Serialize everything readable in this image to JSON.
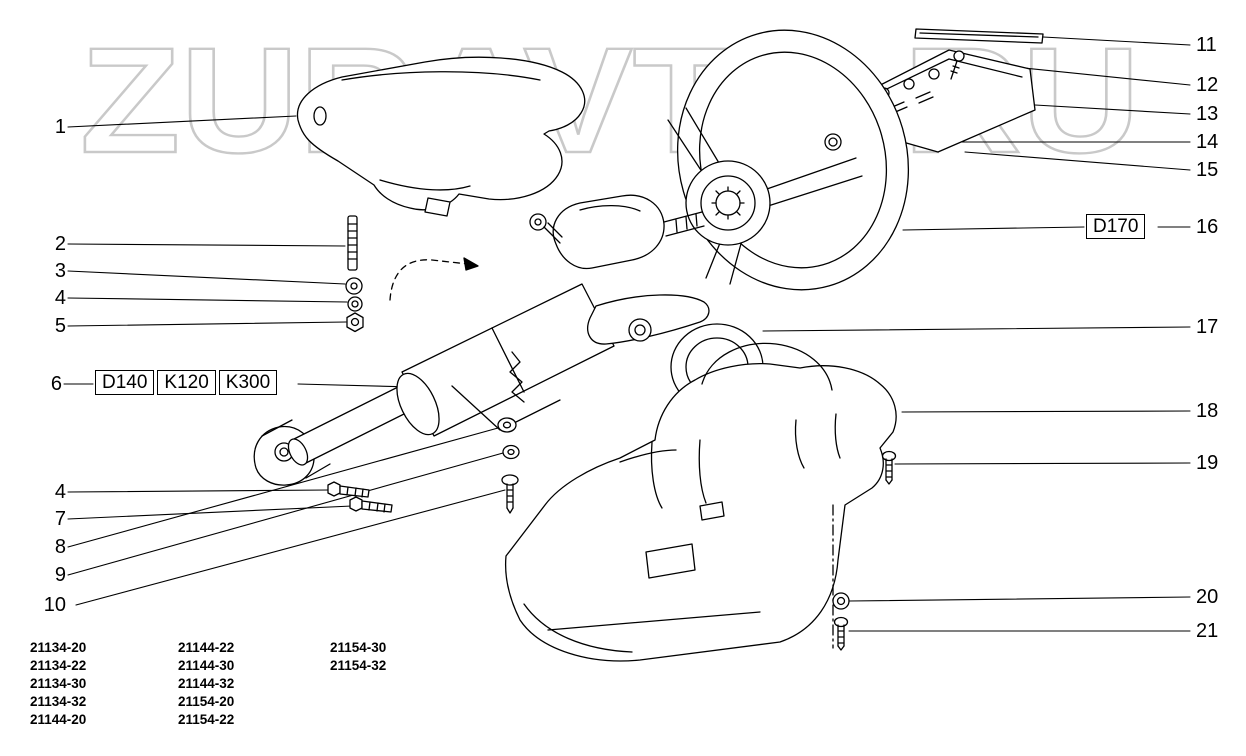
{
  "watermark": "ZURAVTO.RU",
  "callouts": {
    "left": [
      "1",
      "2",
      "3",
      "4",
      "5",
      "6",
      "4",
      "7",
      "8",
      "9",
      "10"
    ],
    "right": [
      "11",
      "12",
      "13",
      "14",
      "15",
      "16",
      "17",
      "18",
      "19",
      "20",
      "21"
    ]
  },
  "part_codes": {
    "column_variants": [
      "D140",
      "K120",
      "K300"
    ],
    "wheel_variant": "D170"
  },
  "model_codes": {
    "column1": [
      "21134-20",
      "21134-22",
      "21134-30",
      "21134-32",
      "21144-20"
    ],
    "column2": [
      "21144-22",
      "21144-30",
      "21144-32",
      "21154-20",
      "21154-22"
    ],
    "column3": [
      "21154-30",
      "21154-32"
    ]
  }
}
